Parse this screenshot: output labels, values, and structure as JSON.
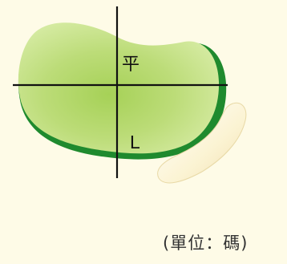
{
  "diagram": {
    "label_top": "平",
    "label_bottom": "L",
    "unit_note": "(單位：碼)",
    "colors": {
      "background": "#fefbe7",
      "green_light": "#c9e48a",
      "green_mid": "#a9d25d",
      "green_dark": "#1f8a2e",
      "bunker_fill": "#fbf3d2",
      "lines": "#111111"
    },
    "icons": [
      "putting-green-shape",
      "sand-bunker-shape",
      "crosshair-lines"
    ]
  }
}
